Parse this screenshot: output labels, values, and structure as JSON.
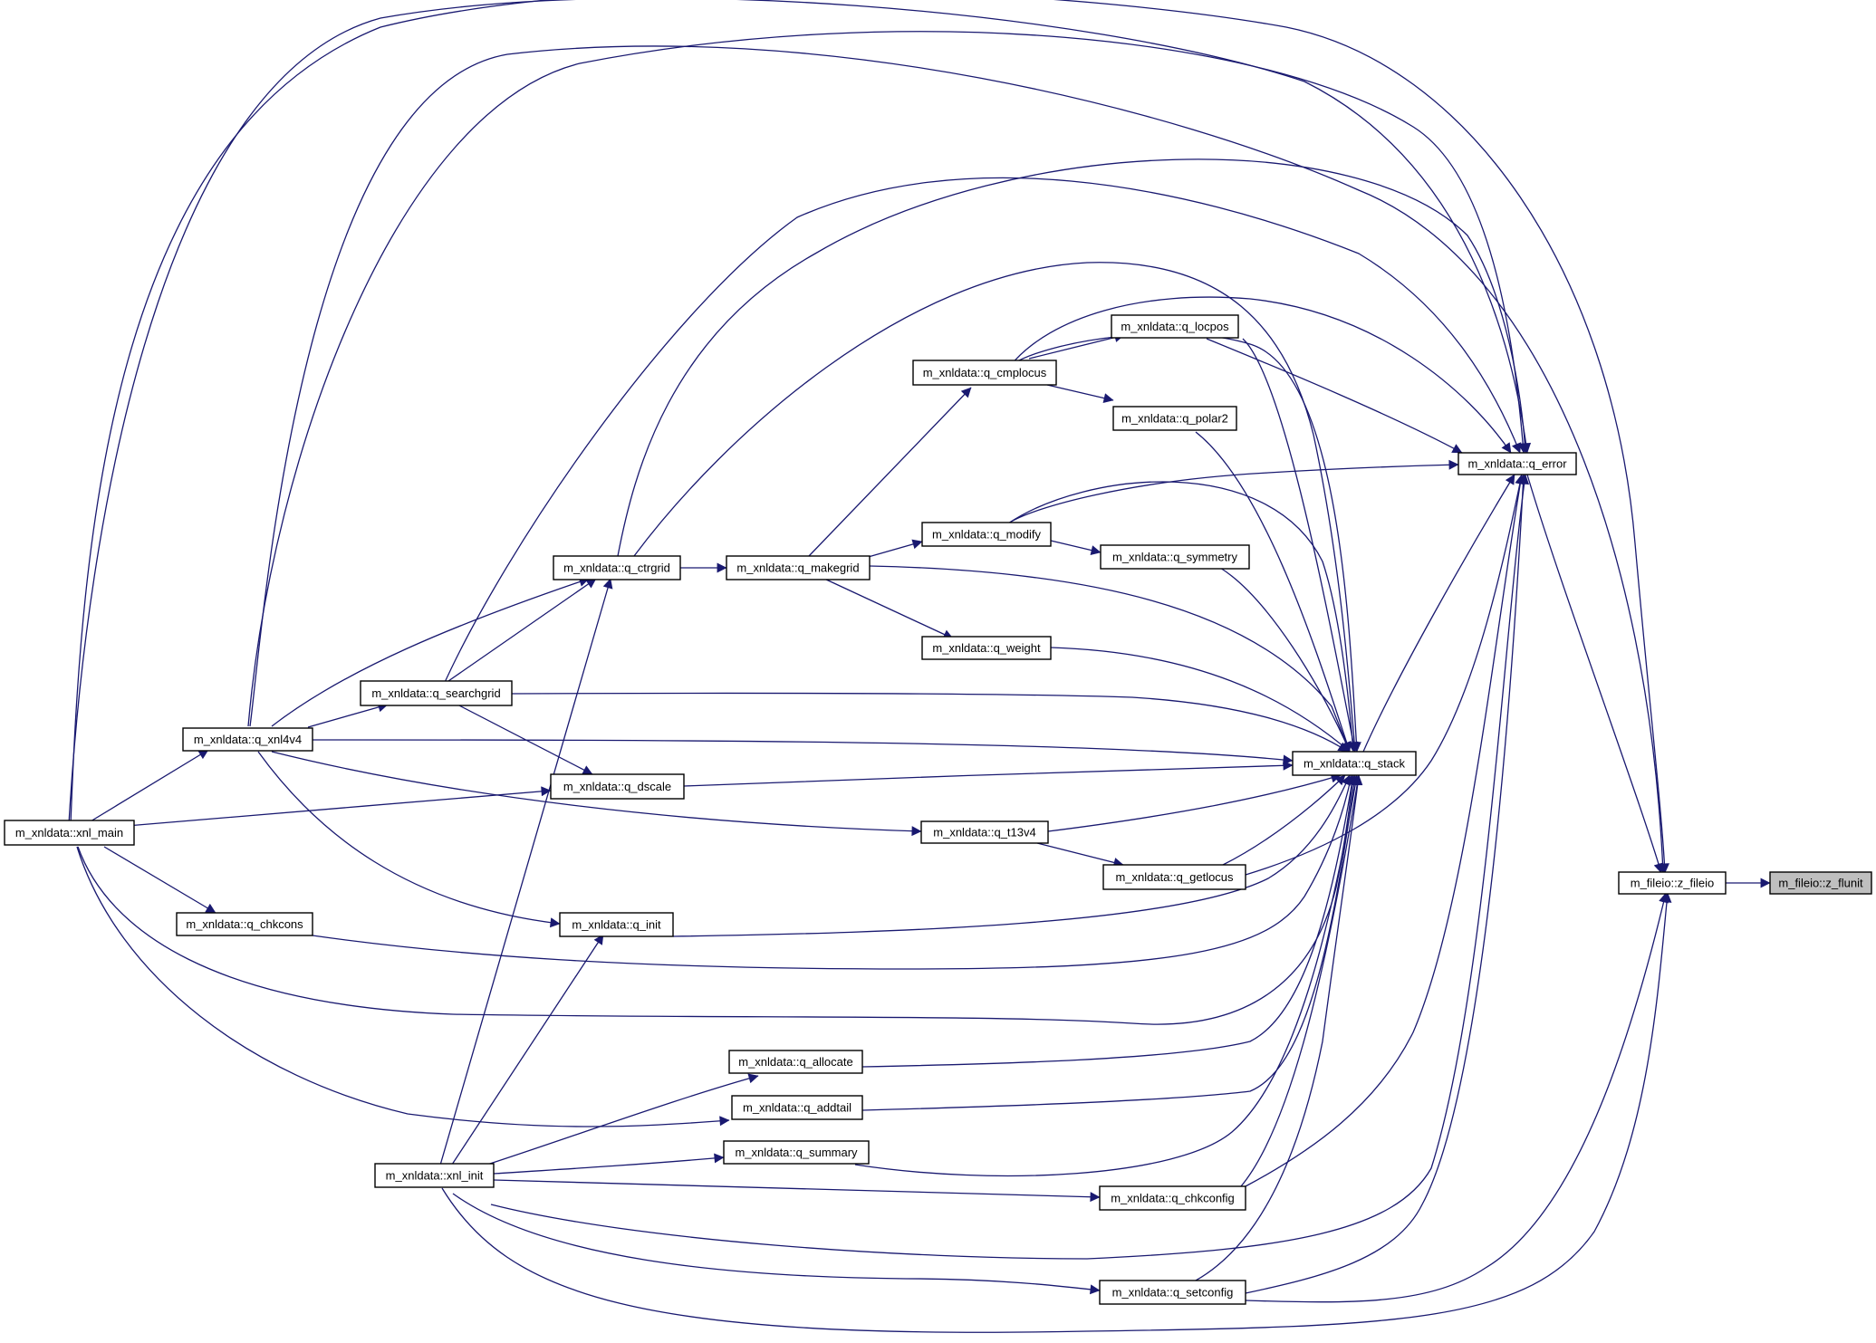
{
  "colors": {
    "edge": "#191970",
    "node_border": "#000000",
    "node_fill": "#ffffff",
    "root_fill": "#bfbfbf"
  },
  "nodes": [
    {
      "id": "z_flunit",
      "label": "m_fileio::z_flunit",
      "root": true
    },
    {
      "id": "z_fileio",
      "label": "m_fileio::z_fileio"
    },
    {
      "id": "q_error",
      "label": "m_xnldata::q_error"
    },
    {
      "id": "q_stack",
      "label": "m_xnldata::q_stack"
    },
    {
      "id": "q_locpos",
      "label": "m_xnldata::q_locpos"
    },
    {
      "id": "q_cmplocus",
      "label": "m_xnldata::q_cmplocus"
    },
    {
      "id": "q_polar2",
      "label": "m_xnldata::q_polar2"
    },
    {
      "id": "q_modify",
      "label": "m_xnldata::q_modify"
    },
    {
      "id": "q_symmetry",
      "label": "m_xnldata::q_symmetry"
    },
    {
      "id": "q_ctrgrid",
      "label": "m_xnldata::q_ctrgrid"
    },
    {
      "id": "q_makegrid",
      "label": "m_xnldata::q_makegrid"
    },
    {
      "id": "q_weight",
      "label": "m_xnldata::q_weight"
    },
    {
      "id": "q_searchgrid",
      "label": "m_xnldata::q_searchgrid"
    },
    {
      "id": "q_xnl4v4",
      "label": "m_xnldata::q_xnl4v4"
    },
    {
      "id": "q_dscale",
      "label": "m_xnldata::q_dscale"
    },
    {
      "id": "xnl_main",
      "label": "m_xnldata::xnl_main"
    },
    {
      "id": "q_t13v4",
      "label": "m_xnldata::q_t13v4"
    },
    {
      "id": "q_getlocus",
      "label": "m_xnldata::q_getlocus"
    },
    {
      "id": "q_chkcons",
      "label": "m_xnldata::q_chkcons"
    },
    {
      "id": "q_init",
      "label": "m_xnldata::q_init"
    },
    {
      "id": "q_allocate",
      "label": "m_xnldata::q_allocate"
    },
    {
      "id": "q_addtail",
      "label": "m_xnldata::q_addtail"
    },
    {
      "id": "q_summary",
      "label": "m_xnldata::q_summary"
    },
    {
      "id": "xnl_init",
      "label": "m_xnldata::xnl_init"
    },
    {
      "id": "q_chkconfig",
      "label": "m_xnldata::q_chkconfig"
    },
    {
      "id": "q_setconfig",
      "label": "m_xnldata::q_setconfig"
    }
  ],
  "edges": [
    [
      "z_fileio",
      "z_flunit"
    ],
    [
      "q_error",
      "z_fileio"
    ],
    [
      "xnl_main",
      "z_fileio"
    ],
    [
      "q_xnl4v4",
      "z_fileio"
    ],
    [
      "xnl_init",
      "z_fileio"
    ],
    [
      "q_setconfig",
      "z_fileio"
    ],
    [
      "q_stack",
      "q_error"
    ],
    [
      "q_modify",
      "q_error"
    ],
    [
      "q_locpos",
      "q_error"
    ],
    [
      "q_cmplocus",
      "q_error"
    ],
    [
      "q_ctrgrid",
      "q_error"
    ],
    [
      "q_searchgrid",
      "q_error"
    ],
    [
      "xnl_main",
      "q_error"
    ],
    [
      "q_xnl4v4",
      "q_error"
    ],
    [
      "q_getlocus",
      "q_error"
    ],
    [
      "q_chkconfig",
      "q_error"
    ],
    [
      "q_setconfig",
      "q_error"
    ],
    [
      "xnl_init",
      "q_error"
    ],
    [
      "q_locpos",
      "q_stack"
    ],
    [
      "q_cmplocus",
      "q_stack"
    ],
    [
      "q_polar2",
      "q_stack"
    ],
    [
      "q_modify",
      "q_stack"
    ],
    [
      "q_symmetry",
      "q_stack"
    ],
    [
      "q_makegrid",
      "q_stack"
    ],
    [
      "q_weight",
      "q_stack"
    ],
    [
      "q_searchgrid",
      "q_stack"
    ],
    [
      "q_xnl4v4",
      "q_stack"
    ],
    [
      "q_dscale",
      "q_stack"
    ],
    [
      "q_t13v4",
      "q_stack"
    ],
    [
      "q_getlocus",
      "q_stack"
    ],
    [
      "q_init",
      "q_stack"
    ],
    [
      "q_chkcons",
      "q_stack"
    ],
    [
      "xnl_main",
      "q_stack"
    ],
    [
      "q_allocate",
      "q_stack"
    ],
    [
      "q_addtail",
      "q_stack"
    ],
    [
      "q_summary",
      "q_stack"
    ],
    [
      "q_chkconfig",
      "q_stack"
    ],
    [
      "q_setconfig",
      "q_stack"
    ],
    [
      "q_ctrgrid",
      "q_stack"
    ],
    [
      "q_cmplocus",
      "q_locpos"
    ],
    [
      "q_cmplocus",
      "q_polar2"
    ],
    [
      "q_makegrid",
      "q_cmplocus"
    ],
    [
      "q_makegrid",
      "q_modify"
    ],
    [
      "q_modify",
      "q_symmetry"
    ],
    [
      "q_makegrid",
      "q_weight"
    ],
    [
      "q_ctrgrid",
      "q_makegrid"
    ],
    [
      "q_xnl4v4",
      "q_ctrgrid"
    ],
    [
      "q_searchgrid",
      "q_ctrgrid"
    ],
    [
      "xnl_init",
      "q_ctrgrid"
    ],
    [
      "q_xnl4v4",
      "q_searchgrid"
    ],
    [
      "q_searchgrid",
      "q_dscale"
    ],
    [
      "xnl_main",
      "q_dscale"
    ],
    [
      "xnl_main",
      "q_xnl4v4"
    ],
    [
      "q_xnl4v4",
      "q_t13v4"
    ],
    [
      "q_t13v4",
      "q_getlocus"
    ],
    [
      "xnl_main",
      "q_chkcons"
    ],
    [
      "q_xnl4v4",
      "q_init"
    ],
    [
      "xnl_init",
      "q_init"
    ],
    [
      "xnl_init",
      "q_allocate"
    ],
    [
      "xnl_main",
      "q_addtail"
    ],
    [
      "xnl_init",
      "q_summary"
    ],
    [
      "xnl_init",
      "q_chkconfig"
    ],
    [
      "xnl_init",
      "q_setconfig"
    ]
  ]
}
